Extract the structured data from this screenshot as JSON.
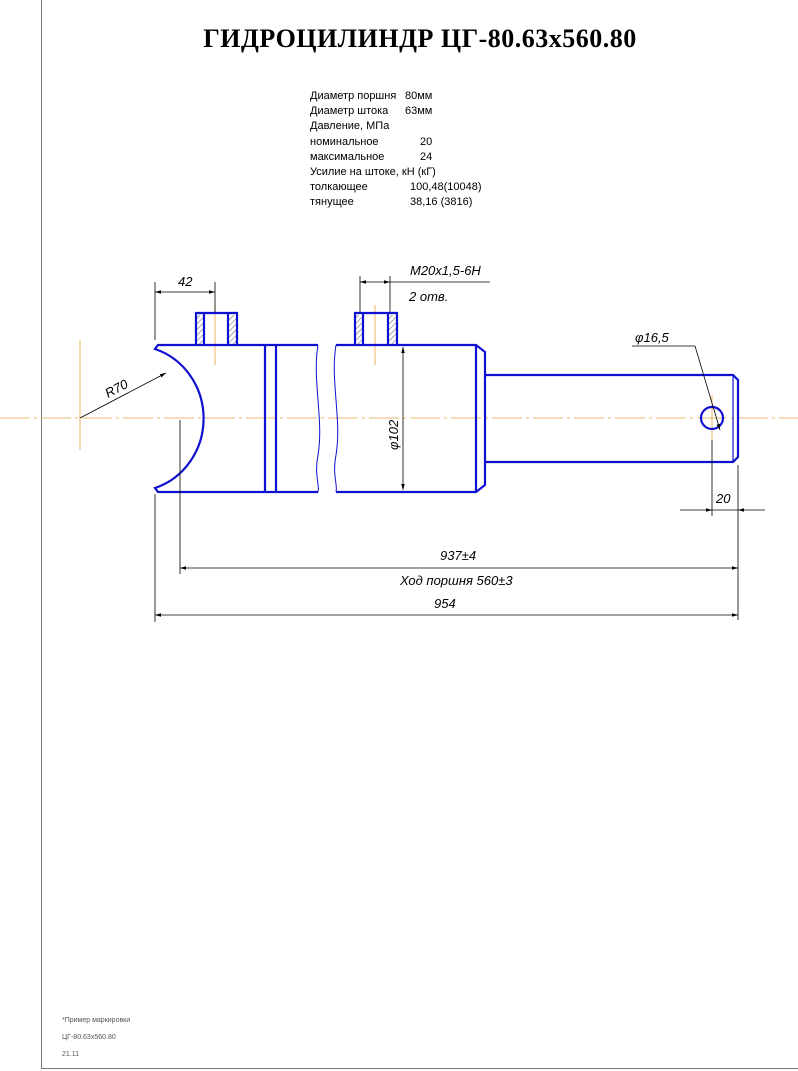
{
  "title": "ГИДРОЦИЛИНДР  ЦГ-80.63х560.80",
  "specs": [
    {
      "label": "Диаметр поршня",
      "value": "80мм",
      "indent": 95
    },
    {
      "label": "Диаметр штока",
      "value": "63мм",
      "indent": 95
    },
    {
      "label": "Давление, МПа",
      "value": "",
      "indent": 0
    },
    {
      "label": "номинальное",
      "value": "20",
      "indent": 110
    },
    {
      "label": "максимальное",
      "value": "24",
      "indent": 110
    },
    {
      "label": "Усилие на штоке, кН (кГ)",
      "value": "",
      "indent": 0
    },
    {
      "label": "толкающее",
      "value": "100,48(10048)",
      "indent": 100
    },
    {
      "label": "тянущее",
      "value": "38,16 (3816)",
      "indent": 100
    }
  ],
  "dimensions": {
    "port_offset": "42",
    "thread": "M20x1,5-6H",
    "thread_count": "2 отв.",
    "radius": "R70",
    "body_diameter": "φ102",
    "hole_diameter": "φ16,5",
    "hole_offset": "20",
    "length_937": "937±4",
    "stroke": "Ход поршня 560±3",
    "length_954": "954"
  },
  "notes": {
    "marking_title": "*Пример маркировки",
    "marking_code": "ЦГ-80.63х560.80",
    "date": "21.11"
  },
  "colors": {
    "outline": "#1010d0",
    "axis": "#e8a040",
    "dim": "#000000"
  }
}
